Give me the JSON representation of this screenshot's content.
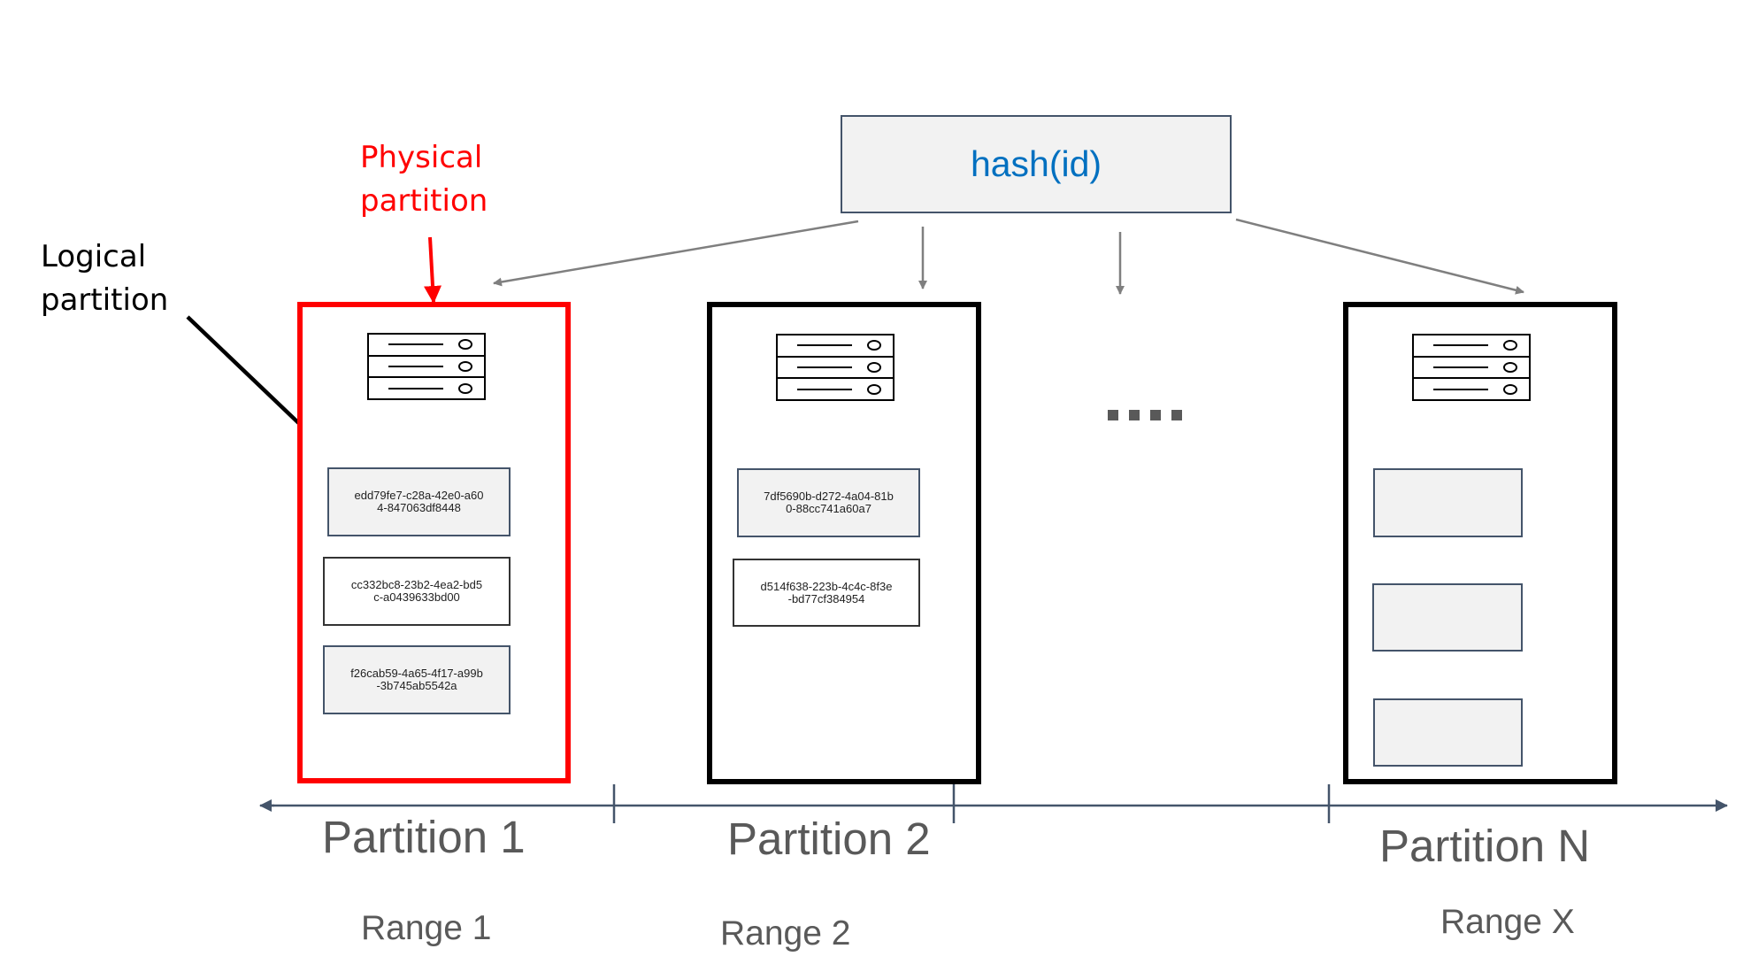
{
  "hash_label": "hash(id)",
  "annotations": {
    "physical": [
      "Physical",
      "partition"
    ],
    "logical": [
      "Logical",
      "partition"
    ]
  },
  "partitions": [
    {
      "name": "Partition 1",
      "range": "Range 1",
      "logical_ids": [
        "edd79fe7-c28a-42e0-a604-847063df8448",
        "cc332bc8-23b2-4ea2-bd5c-a0439633bd00",
        "f26cab59-4a65-4f17-a99b-3b745ab5542a"
      ]
    },
    {
      "name": "Partition 2",
      "range": "Range 2",
      "logical_ids": [
        "7df5690b-d272-4a04-81b0-88cc741a60a7",
        "d514f638-223b-4c4c-8f3e-bd77cf384954"
      ]
    },
    {
      "name": "Partition N",
      "range": "Range X",
      "logical_ids": [
        "",
        "",
        ""
      ]
    }
  ],
  "ellipsis": "....",
  "colors": {
    "hash_text": "#0070c0",
    "physical_highlight": "#ff0000",
    "label_grey": "#595959",
    "axis": "#44546a"
  },
  "icons": [
    "server-icon"
  ]
}
